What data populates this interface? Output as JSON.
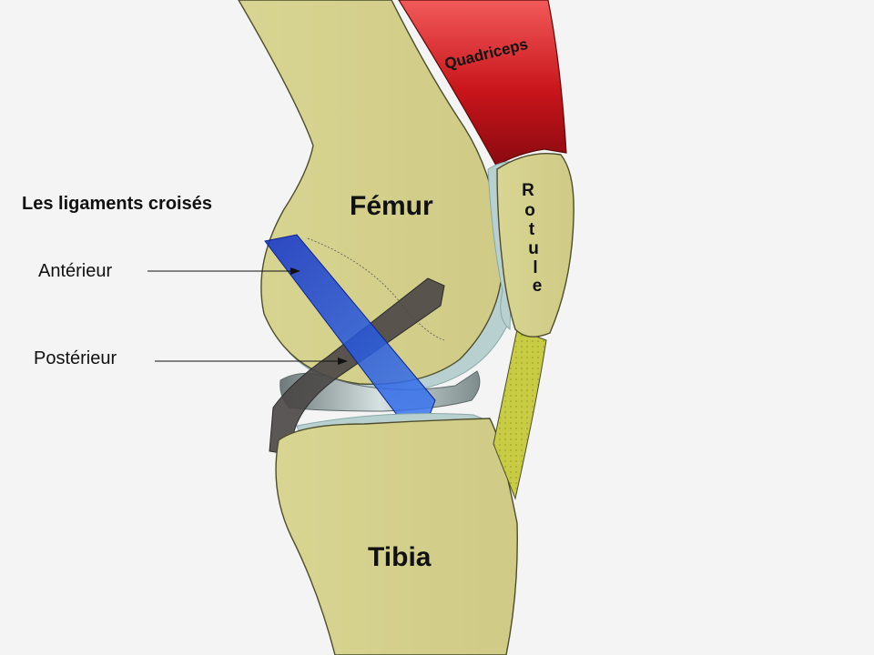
{
  "heading": "Les ligaments croisés",
  "labels": {
    "anterior": "Antérieur",
    "posterior": "Postérieur"
  },
  "bones": {
    "femur": "Fémur",
    "tibia": "Tibia",
    "patella_letters": [
      "R",
      "o",
      "t",
      "u",
      "l",
      "e"
    ]
  },
  "muscle": "Quadriceps",
  "colors": {
    "background": "#f4f4f4",
    "bone": "#d4d08e",
    "cartilage": "#b8d0d0",
    "quadriceps": "#c8151b",
    "anterior_ligament": "#1b43e0",
    "posterior_ligament": "#4a4646",
    "patellar_tendon": "#c8cc44"
  }
}
